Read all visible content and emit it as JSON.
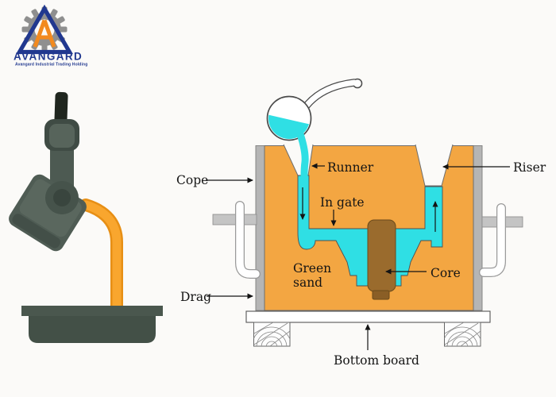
{
  "logo": {
    "brand": "AVANGARD",
    "tagline": "Avangard Industrial Trading Holding",
    "colors": {
      "navy": "#21388f",
      "orange": "#f28a1f",
      "gear_gray": "#8f8f8f"
    }
  },
  "pouring_illustration": {
    "description": "tilted crucible ladle pouring molten metal into a mold box",
    "colors": {
      "handle_black": "#20261f",
      "body_dark": "#3f4b44",
      "body_mid": "#4f5c54",
      "body_light": "#5a675e",
      "molten_orange": "#f39c1f",
      "catch_mold": "#46534b"
    }
  },
  "casting_diagram": {
    "labels": {
      "cope": "Cope",
      "drag": "Drag",
      "runner": "Runner",
      "in_gate": "In gate",
      "riser": "Riser",
      "green_sand": [
        "Green",
        "sand"
      ],
      "core": "Core",
      "bottom_board": "Bottom board"
    },
    "colors": {
      "sand": "#f3a642",
      "molten": "#2fdfe4",
      "core": "#9a6b2d",
      "core_print": "#8a5e26",
      "flask": "#b5b5b5",
      "board": "#ffffff"
    }
  }
}
